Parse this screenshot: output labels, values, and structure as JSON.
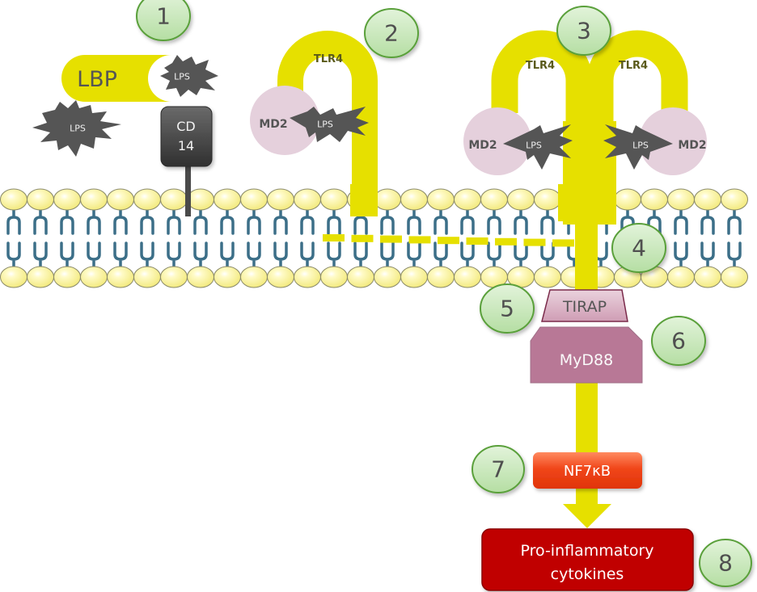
{
  "diagram": {
    "title": "LPS / TLR4 signaling pathway",
    "colors": {
      "receptor_yellow": "#e6e000",
      "md2_pink": "#e5d0dc",
      "lps_gray": "#555555",
      "cd14_dark": "#3c3c3c",
      "lipid_head": "#fbf59a",
      "lipid_tail": "#3c6f88",
      "badge_green": "#c6e6b8",
      "badge_border": "#5aa03a",
      "tirap_pink": "#d6a6bc",
      "myd88_mauve": "#b87896",
      "nfkb_red": "#ee3a12",
      "cytokine_red": "#c00000"
    },
    "labels": {
      "lbp": "LBP",
      "lps": "LPS",
      "cd14_line1": "CD",
      "cd14_line2": "14",
      "tlr4": "TLR4",
      "md2": "MD2",
      "tirap": "TIRAP",
      "myd88": "MyD88",
      "nfkb": "NF7κB",
      "cytokines_line1": "Pro-inflammatory",
      "cytokines_line2": "cytokines"
    },
    "steps": [
      "1",
      "2",
      "3",
      "4",
      "5",
      "6",
      "7",
      "8"
    ]
  }
}
